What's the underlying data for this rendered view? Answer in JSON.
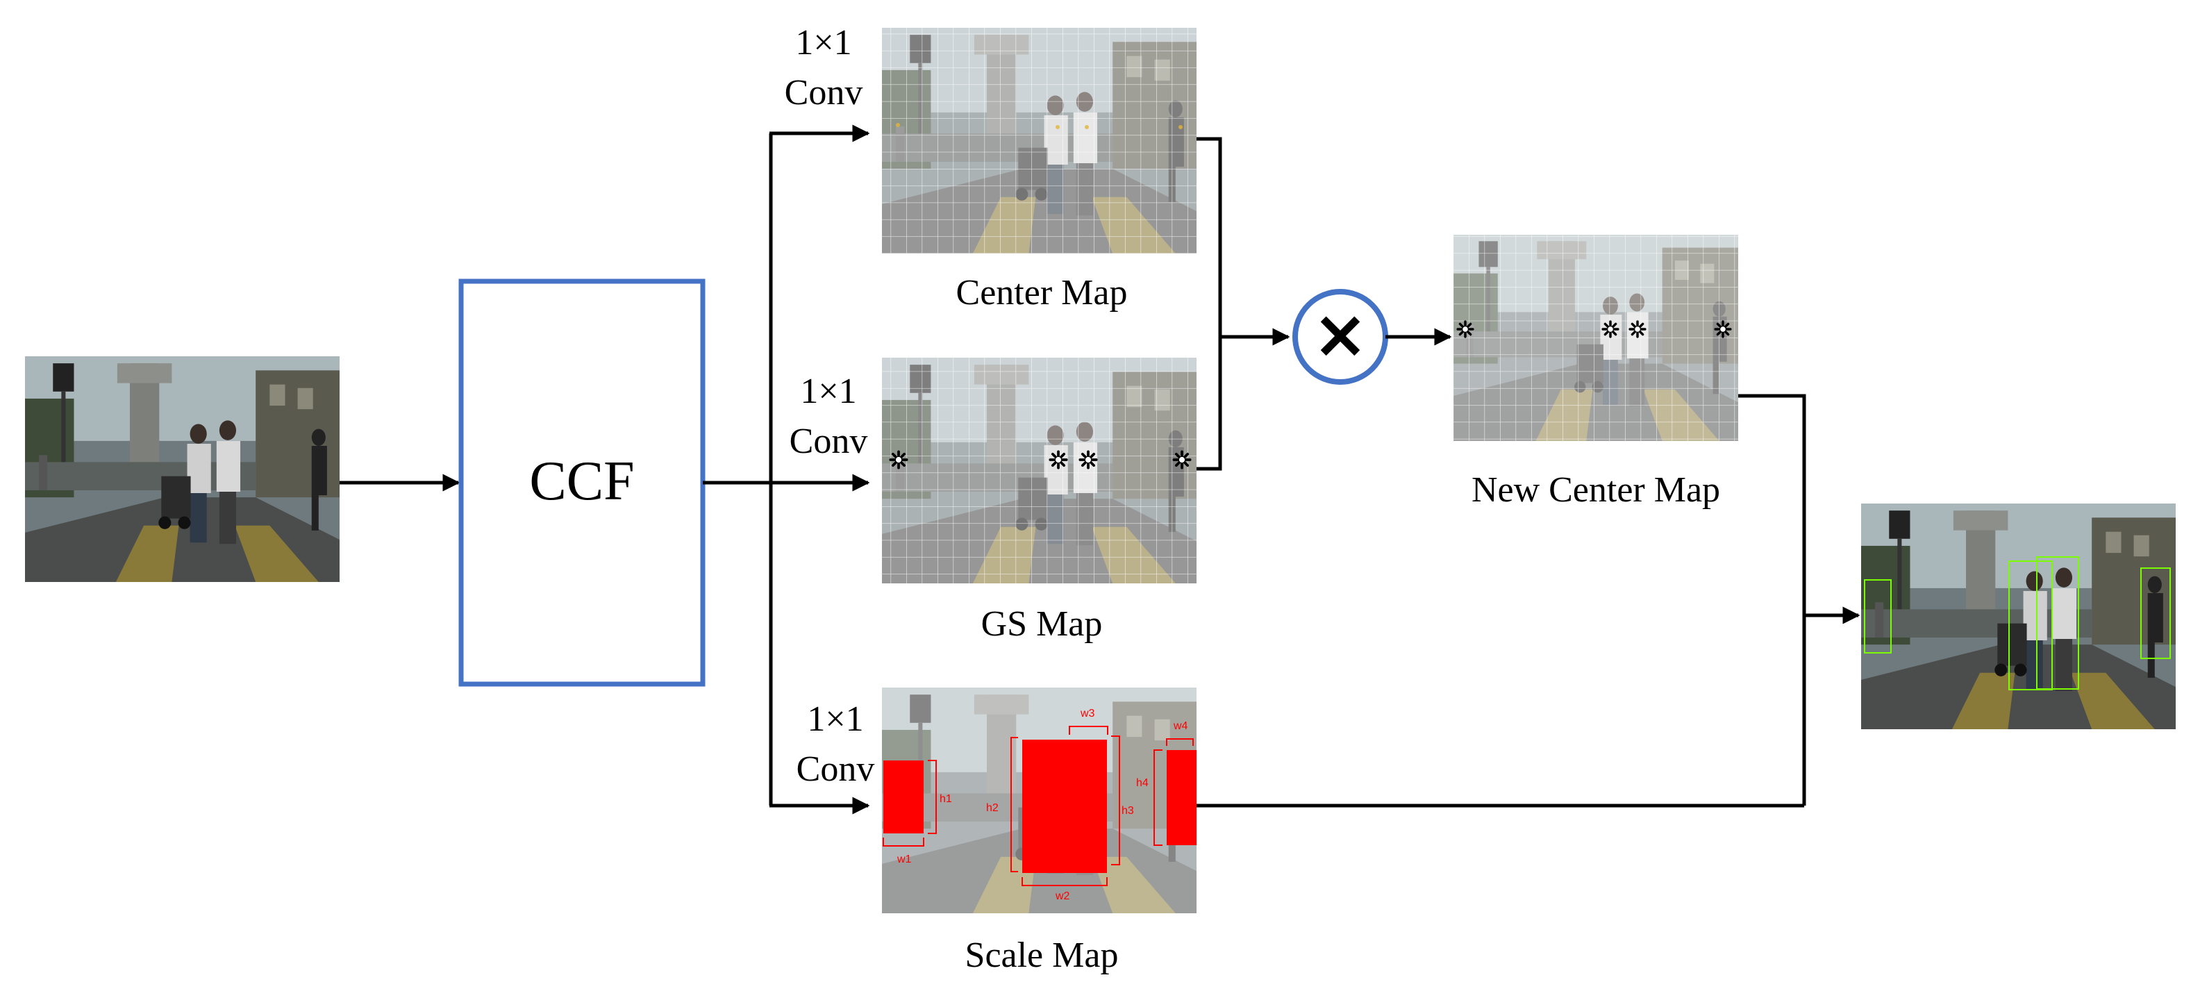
{
  "ccf_label": "CCF",
  "conv_label_line1": "1×1",
  "conv_label_line2": "Conv",
  "maps": {
    "center": "Center Map",
    "gs": "GS Map",
    "scale": "Scale Map",
    "new_center": "New Center Map"
  },
  "multiply_symbol": "×",
  "scale_labels": {
    "h1": "h1",
    "w1": "w1",
    "h2": "h2",
    "w2": "w2",
    "h3": "h3",
    "w3": "w3",
    "h4": "h4",
    "w4": "w4"
  },
  "colors": {
    "ccf_border": "#4472c4",
    "multiply_ring": "#4472c4",
    "scale_box": "#ff0000",
    "detection_box": "#7cfc00"
  }
}
